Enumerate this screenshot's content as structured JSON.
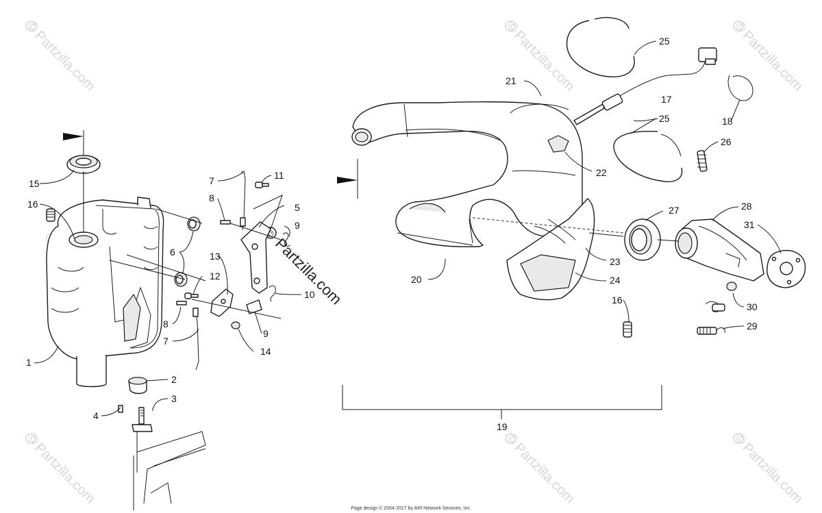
{
  "watermark": {
    "brand": "Partzilla.com",
    "symbol": "©"
  },
  "callouts": {
    "n1": "1",
    "n2": "2",
    "n3": "3",
    "n4": "4",
    "n5": "5",
    "n6": "6",
    "n7a": "7",
    "n7b": "7",
    "n8a": "8",
    "n8b": "8",
    "n9a": "9",
    "n9b": "9",
    "n10": "10",
    "n11": "11",
    "n12": "12",
    "n13": "13",
    "n14": "14",
    "n15": "15",
    "n16a": "16",
    "n16b": "16",
    "n17": "17",
    "n18": "18",
    "n19": "19",
    "n20": "20",
    "n21": "21",
    "n22": "22",
    "n23": "23",
    "n24": "24",
    "n25a": "25",
    "n25b": "25",
    "n26": "26",
    "n27": "27",
    "n28": "28",
    "n29": "29",
    "n30": "30",
    "n31": "31"
  },
  "footer": {
    "text": "Page design © 2004-2017 by ARI Network Services, Inc."
  }
}
